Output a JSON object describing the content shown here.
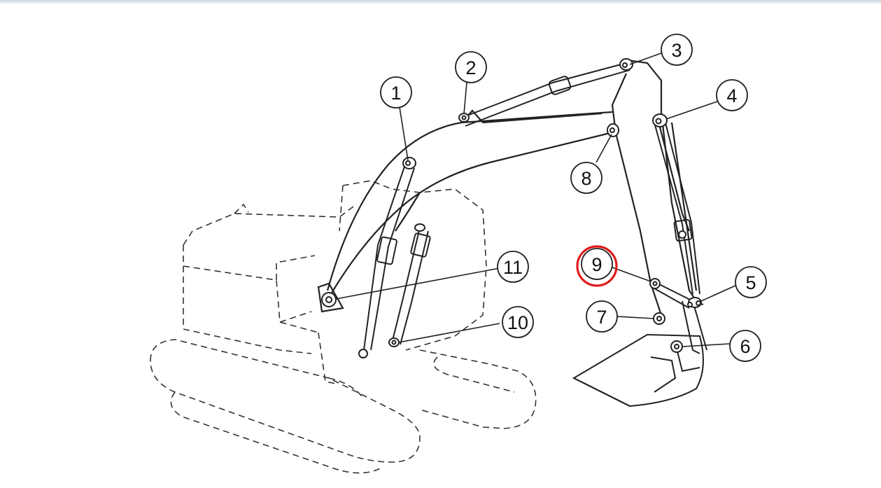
{
  "callouts": [
    {
      "id": "1",
      "label": "1",
      "highlighted": false
    },
    {
      "id": "2",
      "label": "2",
      "highlighted": false
    },
    {
      "id": "3",
      "label": "3",
      "highlighted": false
    },
    {
      "id": "4",
      "label": "4",
      "highlighted": false
    },
    {
      "id": "5",
      "label": "5",
      "highlighted": false
    },
    {
      "id": "6",
      "label": "6",
      "highlighted": false
    },
    {
      "id": "7",
      "label": "7",
      "highlighted": false
    },
    {
      "id": "8",
      "label": "8",
      "highlighted": false
    },
    {
      "id": "9",
      "label": "9",
      "highlighted": true
    },
    {
      "id": "10",
      "label": "10",
      "highlighted": false
    },
    {
      "id": "11",
      "label": "11",
      "highlighted": false
    }
  ],
  "colors": {
    "line": "#222222",
    "dashed_outline": "#333333",
    "highlight": "#e01b1b",
    "background": "#ffffff"
  }
}
